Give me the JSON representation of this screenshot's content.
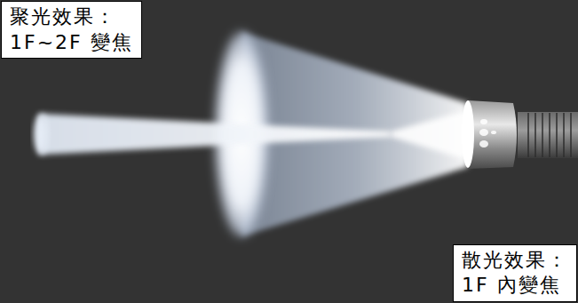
{
  "diagram": {
    "nodes": [
      {
        "text": [
          "聚光效果：",
          "1F~2F 變焦"
        ]
      },
      {
        "text": [
          "散光效果：",
          "1F 內變焦"
        ]
      }
    ]
  }
}
